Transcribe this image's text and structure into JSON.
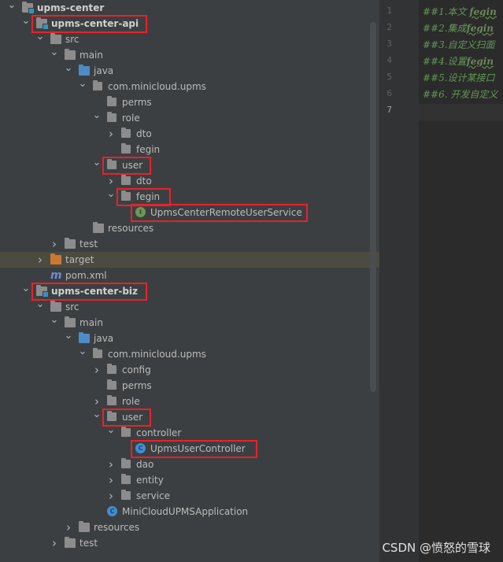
{
  "tree": {
    "rows": [
      {
        "label": "upms-center",
        "arrow": "open",
        "icon": "module",
        "indent": 0,
        "bold": true
      },
      {
        "label": "upms-center-api",
        "arrow": "open",
        "icon": "module",
        "indent": 1,
        "bold": true,
        "boxed": true
      },
      {
        "label": "src",
        "arrow": "open",
        "icon": "folder",
        "indent": 2
      },
      {
        "label": "main",
        "arrow": "open",
        "icon": "folder",
        "indent": 3
      },
      {
        "label": "java",
        "arrow": "open",
        "icon": "folder-blue",
        "indent": 4
      },
      {
        "label": "com.minicloud.upms",
        "arrow": "open",
        "icon": "package",
        "indent": 5
      },
      {
        "label": "perms",
        "arrow": "none",
        "icon": "package",
        "indent": 6
      },
      {
        "label": "role",
        "arrow": "open",
        "icon": "package",
        "indent": 6
      },
      {
        "label": "dto",
        "arrow": "closed",
        "icon": "package",
        "indent": 7
      },
      {
        "label": "fegin",
        "arrow": "none",
        "icon": "package",
        "indent": 7
      },
      {
        "label": "user",
        "arrow": "open",
        "icon": "package",
        "indent": 6,
        "boxed": true
      },
      {
        "label": "dto",
        "arrow": "closed",
        "icon": "package",
        "indent": 7
      },
      {
        "label": "fegin",
        "arrow": "open",
        "icon": "package",
        "indent": 7,
        "boxed": true
      },
      {
        "label": "UpmsCenterRemoteUserService",
        "arrow": "none",
        "icon": "interface",
        "indent": 8,
        "boxed": true
      },
      {
        "label": "resources",
        "arrow": "none",
        "icon": "resources",
        "indent": 5
      },
      {
        "label": "test",
        "arrow": "closed",
        "icon": "folder",
        "indent": 3
      },
      {
        "label": "target",
        "arrow": "closed",
        "icon": "folder-orange",
        "indent": 2,
        "selected": true
      },
      {
        "label": "pom.xml",
        "arrow": "none",
        "icon": "maven",
        "indent": 2
      },
      {
        "label": "upms-center-biz",
        "arrow": "open",
        "icon": "module",
        "indent": 1,
        "bold": true,
        "boxed": true
      },
      {
        "label": "src",
        "arrow": "open",
        "icon": "folder",
        "indent": 2
      },
      {
        "label": "main",
        "arrow": "open",
        "icon": "folder",
        "indent": 3
      },
      {
        "label": "java",
        "arrow": "open",
        "icon": "folder-blue",
        "indent": 4
      },
      {
        "label": "com.minicloud.upms",
        "arrow": "open",
        "icon": "package",
        "indent": 5
      },
      {
        "label": "config",
        "arrow": "closed",
        "icon": "package",
        "indent": 6
      },
      {
        "label": "perms",
        "arrow": "none",
        "icon": "package",
        "indent": 6
      },
      {
        "label": "role",
        "arrow": "closed",
        "icon": "package",
        "indent": 6
      },
      {
        "label": "user",
        "arrow": "open",
        "icon": "package",
        "indent": 6,
        "boxed": true
      },
      {
        "label": "controller",
        "arrow": "open",
        "icon": "package",
        "indent": 7
      },
      {
        "label": "UpmsUserController",
        "arrow": "none",
        "icon": "class",
        "indent": 8,
        "boxed": true
      },
      {
        "label": "dao",
        "arrow": "closed",
        "icon": "package",
        "indent": 7
      },
      {
        "label": "entity",
        "arrow": "closed",
        "icon": "package",
        "indent": 7
      },
      {
        "label": "service",
        "arrow": "closed",
        "icon": "package",
        "indent": 7
      },
      {
        "label": "MiniCloudUPMSApplication",
        "arrow": "none",
        "icon": "app",
        "indent": 6
      },
      {
        "label": "resources",
        "arrow": "closed",
        "icon": "resources",
        "indent": 4
      },
      {
        "label": "test",
        "arrow": "closed",
        "icon": "folder",
        "indent": 3
      }
    ]
  },
  "editor": {
    "lines": [
      {
        "num": "1",
        "pre": "##1.本文 ",
        "u": "fegin",
        "post": ""
      },
      {
        "num": "2",
        "pre": "##2.集成",
        "u": "fegin",
        "post": ""
      },
      {
        "num": "3",
        "pre": "##3.自定义扫面",
        "u": "",
        "post": ""
      },
      {
        "num": "4",
        "pre": "##4.设置",
        "u": "fegin",
        "post": ""
      },
      {
        "num": "5",
        "pre": "##5.设计某接口",
        "u": "",
        "post": ""
      },
      {
        "num": "6",
        "pre": "##6. 开发自定义",
        "u": "",
        "post": ""
      },
      {
        "num": "7",
        "pre": "",
        "u": "",
        "post": ""
      }
    ]
  },
  "watermark": "CSDN @愤怒的雪球",
  "colors": {
    "highlight_box": "#e8222a",
    "tree_bg": "#3c3f41",
    "editor_bg": "#2b2b2b"
  }
}
